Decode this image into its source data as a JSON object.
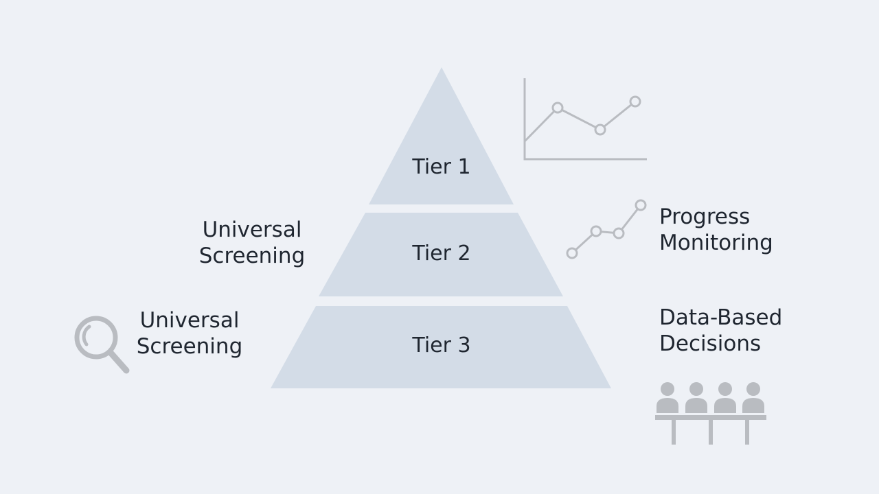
{
  "pyramid": {
    "tiers": [
      {
        "label": "Tier 1"
      },
      {
        "label": "Tier 2"
      },
      {
        "label": "Tier 3"
      }
    ]
  },
  "left_labels": {
    "upper": {
      "line1": "Universal",
      "line2": "Screening"
    },
    "lower": {
      "line1": "Universal",
      "line2": "Screening"
    }
  },
  "right_labels": {
    "progress": {
      "line1": "Progress",
      "line2": "Monitoring"
    },
    "decisions": {
      "line1": "Data-Based",
      "line2": "Decisions"
    }
  },
  "icons": {
    "top_right": "line-chart-icon",
    "progress": "trend-line-icon",
    "left": "magnifier-icon",
    "decisions": "team-table-icon"
  },
  "colors": {
    "background": "#eef1f6",
    "pyramid_fill": "#d3dce7",
    "icon_stroke": "#b9bcc1",
    "text": "#1f2630"
  }
}
